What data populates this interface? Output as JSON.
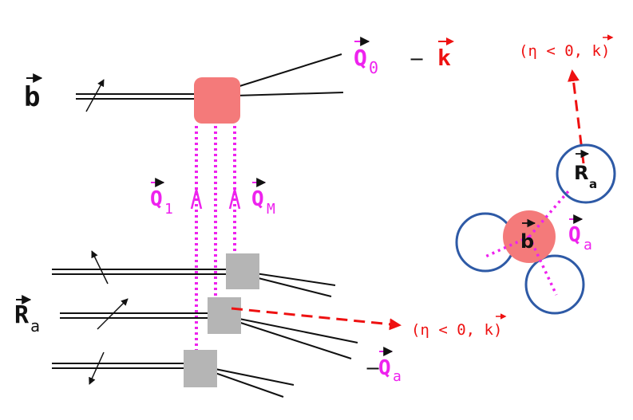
{
  "colors": {
    "magenta": "#ee22ee",
    "red": "#ee1111",
    "blob": "#f47a7a",
    "gray": "#b5b5b5",
    "blue": "#2e5aa6",
    "black": "#111111"
  },
  "labels": {
    "b": "b",
    "Q0": "Q",
    "Q0_sub": "0",
    "minus": "−",
    "k": "k",
    "Q1": "Q",
    "Q1_sub": "1",
    "QM": "Q",
    "QM_sub": "M",
    "Ra": "R",
    "Ra_sub": "a",
    "minus_Qa_sign": "−",
    "minus_Qa": "Q",
    "minus_Qa_sub": "a",
    "eta_mid": "(η < 0, k)",
    "eta_top": "(η < 0, k)",
    "right_b": "b",
    "right_Ra": "R",
    "right_Ra_sub": "a",
    "right_Qa": "Q",
    "right_Qa_sub": "a"
  }
}
